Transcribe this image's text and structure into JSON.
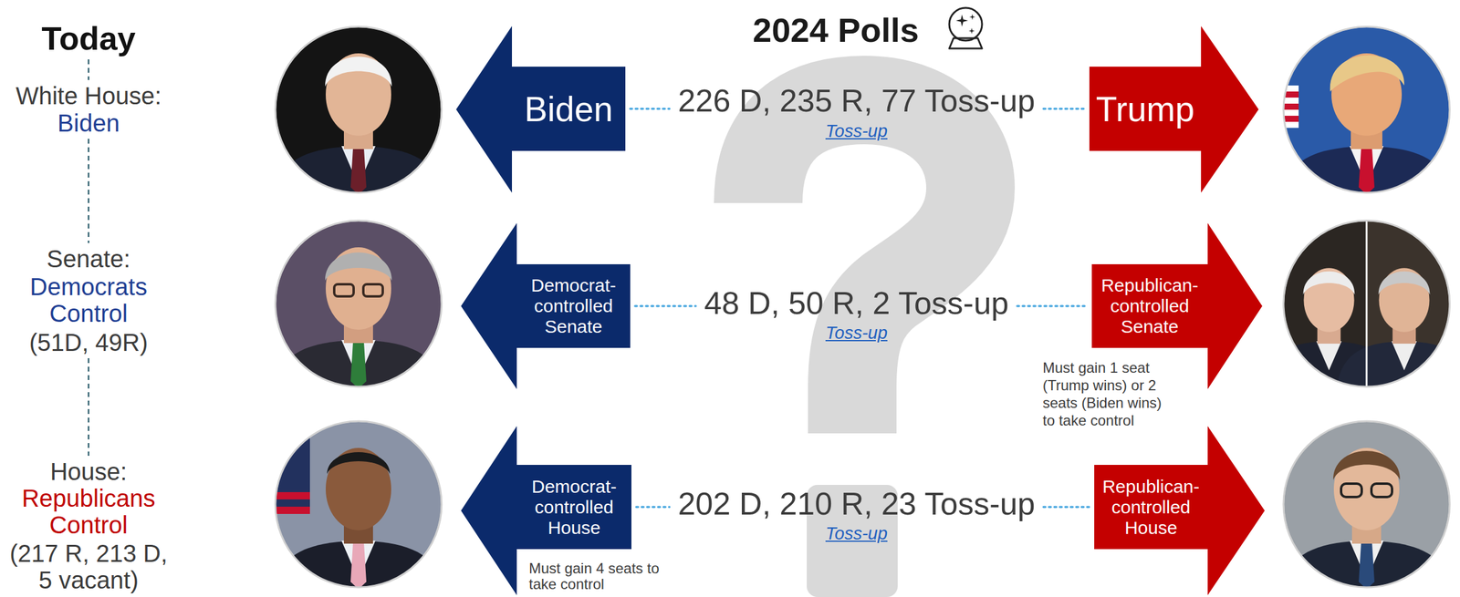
{
  "diagram": {
    "title": "2024 Polls",
    "nodes": [
      {
        "text": [
          "Biden"
        ]
      },
      {
        "text": [
          "Trump"
        ]
      },
      {
        "text": [
          "Democrat-controlled Senate"
        ]
      },
      {
        "text": [
          "Republican-controlled Senate"
        ]
      },
      {
        "text": [
          "Democrat-controlled House"
        ]
      },
      {
        "text": [
          "Republican-controlled House"
        ]
      }
    ],
    "labels": [
      "Today",
      "White House:",
      "Biden",
      "Senate:",
      "Democrats Control",
      "(51D, 49R)",
      "House:",
      "Republicans Control",
      "(217 R, 213 D, 5 vacant)",
      "226 D, 235 R, 77 Toss-up",
      "Toss-up",
      "48 D, 50 R, 2 Toss-up",
      "Toss-up",
      "202 D, 210 R, 23 Toss-up",
      "Toss-up",
      "Must gain 1 seat (Trump wins) or 2 seats (Biden wins) to take control",
      "Must gain 4 seats to take control"
    ]
  }
}
